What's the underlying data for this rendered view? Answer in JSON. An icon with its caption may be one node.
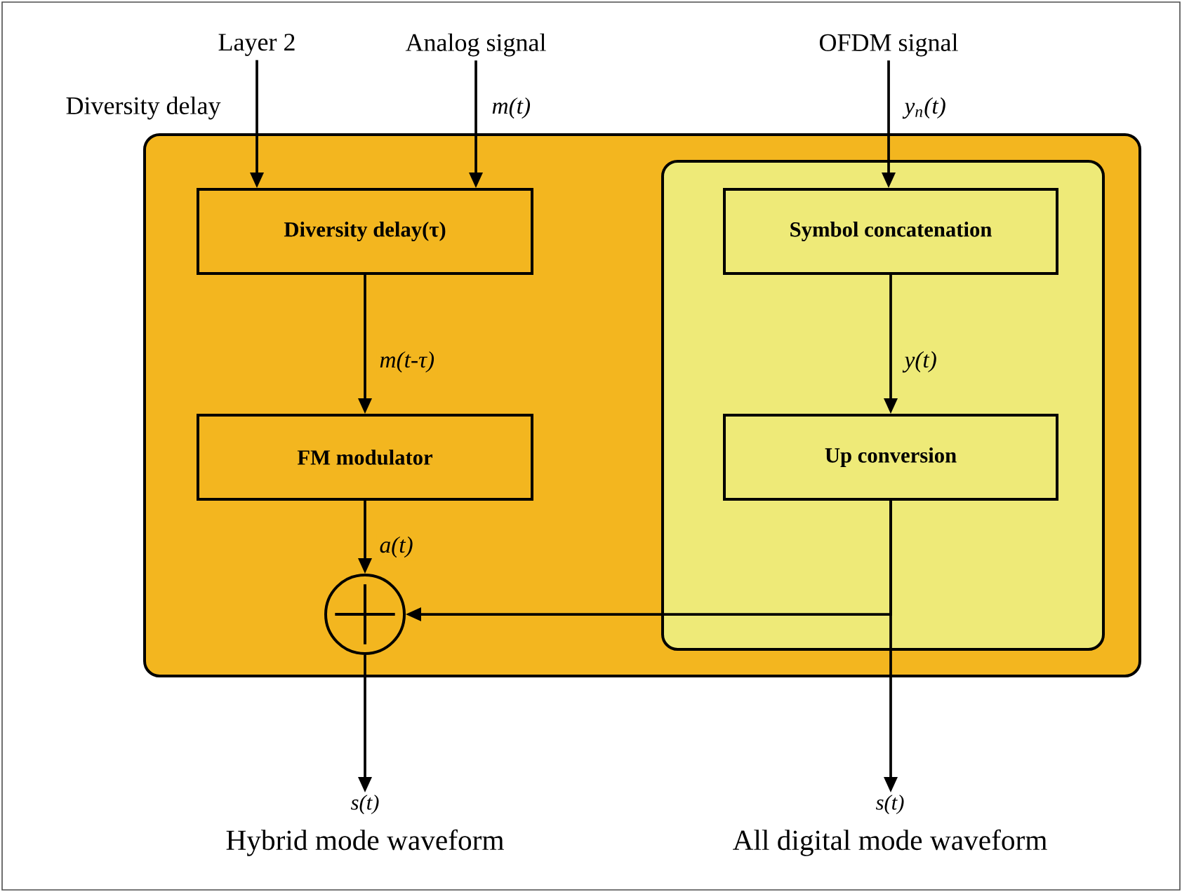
{
  "diagram": {
    "nodes": [
      {
        "text": [],
        "shape": "box"
      },
      {
        "text": [],
        "shape": "box",
        "in": 0
      },
      {
        "text": [
          "Diversity delay(τ)"
        ],
        "in": 0
      },
      {
        "text": [
          "FM modulator"
        ],
        "in": 0
      },
      {
        "text": [
          "Symbol concatenation"
        ],
        "in": 1
      },
      {
        "text": [
          "Up conversion"
        ],
        "in": 1
      },
      {
        "text": [],
        "shape": "circle",
        "in": 0
      },
      {
        "text": [
          "Layer 2"
        ],
        "beside": [
          "Diversity delay"
        ]
      },
      {
        "text": [
          "Analog signal"
        ]
      },
      {
        "text": [
          "OFDM signal"
        ]
      },
      {
        "text": [
          "s(t)",
          "Hybrid mode waveform"
        ]
      },
      {
        "text": [
          "s(t)",
          "All digital mode waveform"
        ]
      }
    ],
    "edges": [
      {
        "from": 7,
        "to": 2,
        "arrow": "to"
      },
      {
        "from": 8,
        "to": 2,
        "arrow": "to",
        "label": "m(t)"
      },
      {
        "from": 9,
        "to": 4,
        "arrow": "to",
        "label": "y$_{n}$(t)"
      },
      {
        "from": 2,
        "to": 3,
        "arrow": "to",
        "label": "m(t-τ)"
      },
      {
        "from": 4,
        "to": 5,
        "arrow": "to",
        "label": "y(t)"
      },
      {
        "from": 3,
        "to": 6,
        "arrow": "to",
        "label": "a(t)"
      },
      {
        "from": 5,
        "to": 6,
        "arrow": "to"
      },
      {
        "from": 6,
        "to": 10,
        "arrow": "to"
      },
      {
        "from": 5,
        "to": 11,
        "arrow": "to"
      }
    ]
  }
}
